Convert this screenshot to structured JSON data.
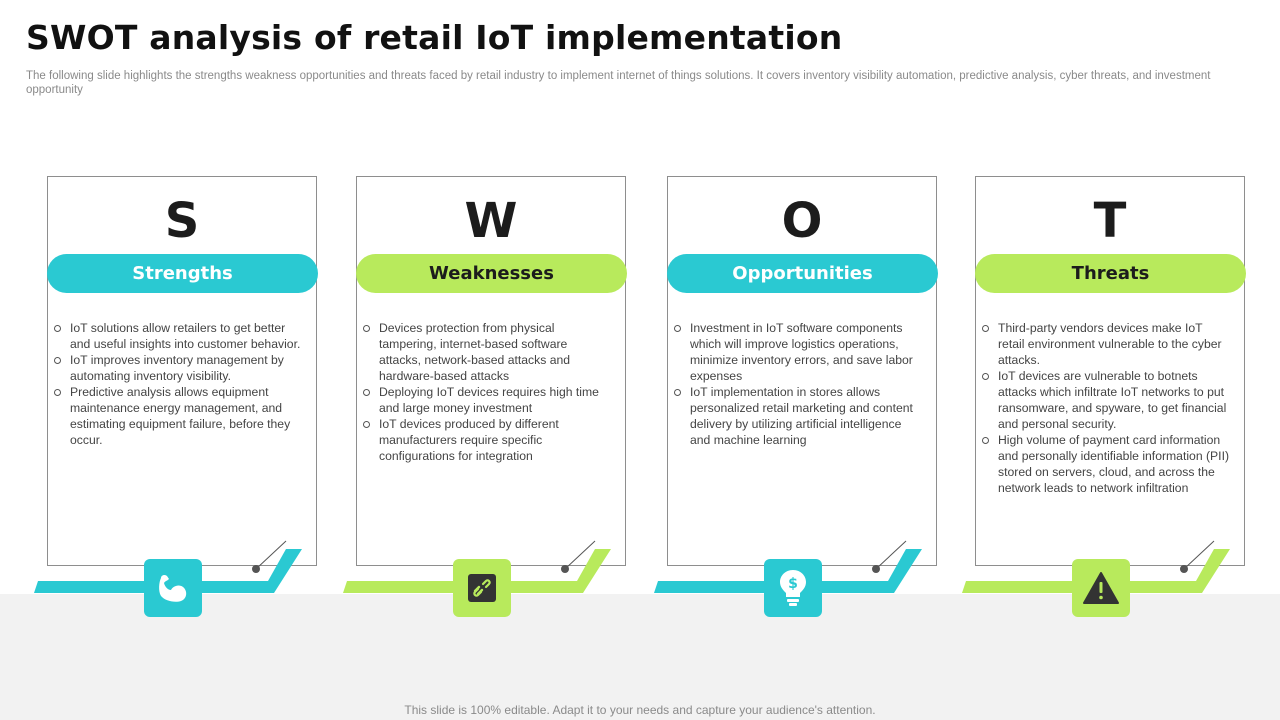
{
  "slide": {
    "title": "SWOT analysis of retail IoT implementation",
    "subtitle": "The following slide highlights the strengths weakness opportunities and threats faced by retail industry to implement internet of things solutions. It covers inventory visibility automation, predictive analysis, cyber threats, and investment opportunity",
    "footer": "This slide is 100% editable. Adapt it to your needs and capture your audience's attention."
  },
  "colors": {
    "teal": "#2ac9d2",
    "lime": "#b8ea5c",
    "dark": "#1c1c1c"
  },
  "cards": [
    {
      "letter": "S",
      "heading": "Strengths",
      "icon": "muscle-arm-icon",
      "points": [
        "IoT solutions allow retailers to get better and useful insights into customer behavior.",
        "IoT improves inventory management by automating inventory visibility.",
        "Predictive analysis allows equipment maintenance energy management, and estimating equipment failure, before they occur."
      ]
    },
    {
      "letter": "W",
      "heading": "Weaknesses",
      "icon": "broken-link-icon",
      "points": [
        "Devices protection from physical tampering, internet-based software attacks, network-based attacks and hardware-based attacks",
        "Deploying IoT devices requires high time and large money investment",
        "IoT devices produced by different manufacturers require specific configurations for integration"
      ]
    },
    {
      "letter": "O",
      "heading": "Opportunities",
      "icon": "lightbulb-dollar-icon",
      "points": [
        "Investment in IoT software components which will improve logistics operations, minimize inventory errors, and save labor expenses",
        "IoT implementation in stores allows personalized retail marketing and content delivery by utilizing artificial intelligence and machine learning"
      ]
    },
    {
      "letter": "T",
      "heading": "Threats",
      "icon": "warning-icon",
      "points": [
        "Third-party vendors devices make IoT retail environment vulnerable to the cyber attacks.",
        "IoT devices are vulnerable to botnets attacks which infiltrate IoT networks to put ransomware, and spyware, to get financial and personal security.",
        "High volume of payment card information and personally identifiable information (PII) stored on servers, cloud, and across the network leads to network infiltration"
      ]
    }
  ]
}
